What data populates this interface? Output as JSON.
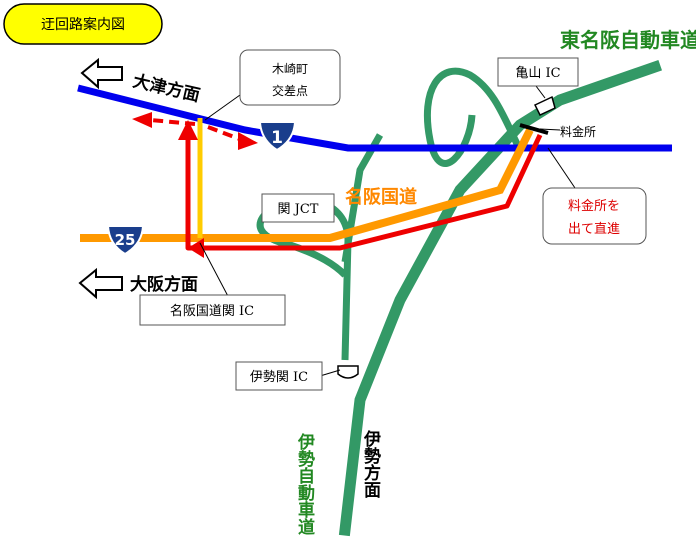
{
  "title": "迂回路案内図",
  "directions": {
    "otsu": "大津方面",
    "osaka": "大阪方面",
    "ise": "伊勢方面"
  },
  "roads": {
    "higashi_meihan": "東名阪自動車道",
    "meihan": "名阪国道",
    "ise_expressway": "伊勢自動車道",
    "route1_number": "1",
    "route25_number": "25"
  },
  "places": {
    "kizaki_line1": "木崎町",
    "kizaki_line2": "交差点",
    "kameyama_ic": "亀山 IC",
    "tollgate": "料金所",
    "seki_jct": "関 JCT",
    "meihan_seki_ic": "名阪国道関 IC",
    "iseseki_ic": "伊勢関 IC"
  },
  "instruction": {
    "line1": "料金所を",
    "line2": "出て直進"
  },
  "colors": {
    "route1": "#0000ee",
    "meihan": "#ff9900",
    "expressway": "#339966",
    "detour": "#ee0000",
    "kizaki_road": "#ffcc00",
    "title_bg": "#ffff00",
    "green_text": "#228822",
    "orange_text": "#ff8800",
    "red_text": "#dd0000"
  }
}
